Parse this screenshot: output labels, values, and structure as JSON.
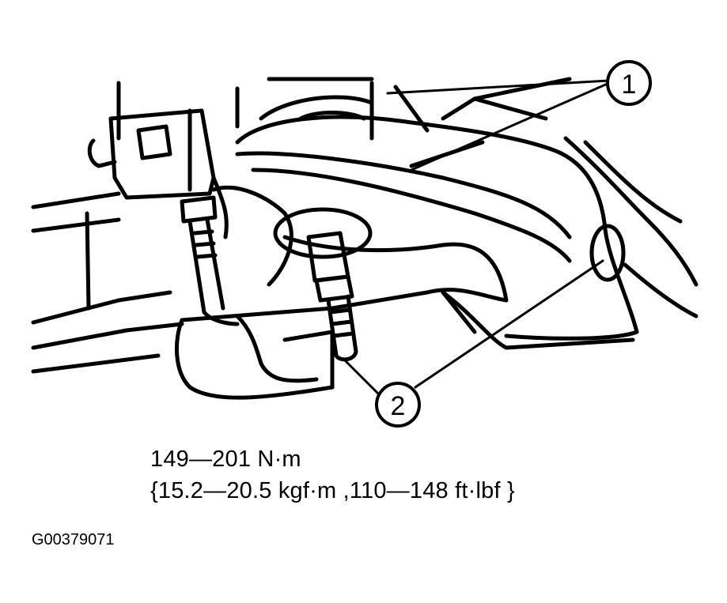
{
  "callouts": [
    {
      "label": "1"
    },
    {
      "label": "2"
    }
  ],
  "torque_spec": {
    "metric": "149—201 N·m",
    "alternate": "{15.2—20.5 kgf·m ,110—148 ft·lbf }"
  },
  "figure_id": "G00379071"
}
